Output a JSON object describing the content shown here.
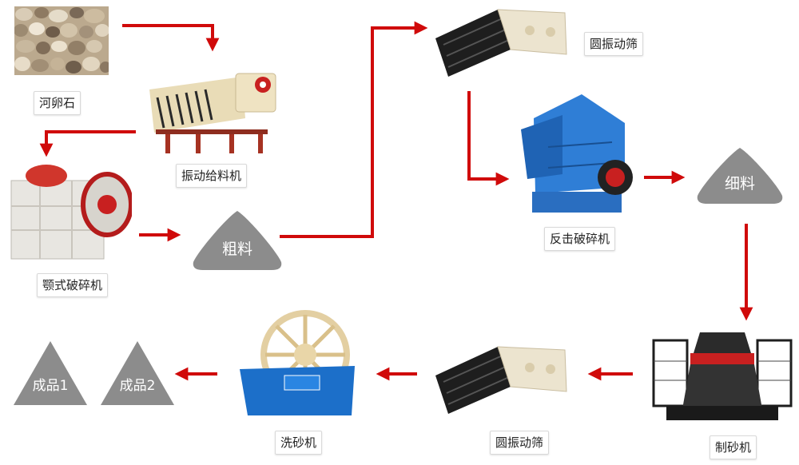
{
  "colors": {
    "arrow": "#d00a0a",
    "pile": "#8c8c8c",
    "pile_text": "#ffffff",
    "label_border": "#d9d9d9"
  },
  "nodes": {
    "pebble": {
      "label": "河卵石"
    },
    "vibrating_feeder": {
      "label": "振动给料机"
    },
    "jaw_crusher": {
      "label": "颚式破碎机"
    },
    "coarse_material": {
      "label": "粗料"
    },
    "circular_screen_top": {
      "label": "圆振动筛"
    },
    "impact_crusher": {
      "label": "反击破碎机"
    },
    "fine_material": {
      "label": "细料"
    },
    "sand_maker": {
      "label": "制砂机"
    },
    "circular_screen_bottom": {
      "label": "圆振动筛"
    },
    "sand_washer": {
      "label": "洗砂机"
    },
    "product_2": {
      "label": "成品2"
    },
    "product_1": {
      "label": "成品1"
    }
  }
}
